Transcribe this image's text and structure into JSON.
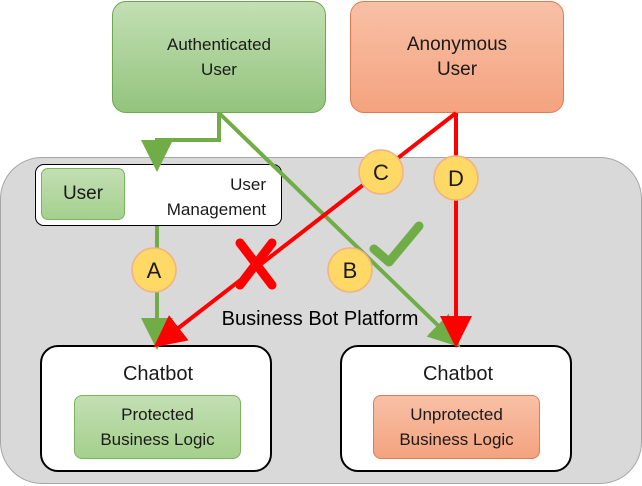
{
  "actors": {
    "authenticated": {
      "line1": "Authenticated",
      "line2": "User"
    },
    "anonymous": {
      "line1": "Anonymous",
      "line2": "User"
    }
  },
  "user_management": {
    "chip": "User",
    "line1": "User",
    "line2": "Management"
  },
  "platform": {
    "label": "Business Bot Platform"
  },
  "bots": [
    {
      "title": "Chatbot",
      "logic_line1": "Protected",
      "logic_line2": "Business Logic"
    },
    {
      "title": "Chatbot",
      "logic_line1": "Unprotected",
      "logic_line2": "Business Logic"
    }
  ],
  "paths": {
    "a": "A",
    "b": "B",
    "c": "C",
    "d": "D"
  },
  "colors": {
    "green": "#70ad47",
    "red": "#ff0000",
    "circle": "#ffd966",
    "circle_border": "#f4b183"
  }
}
